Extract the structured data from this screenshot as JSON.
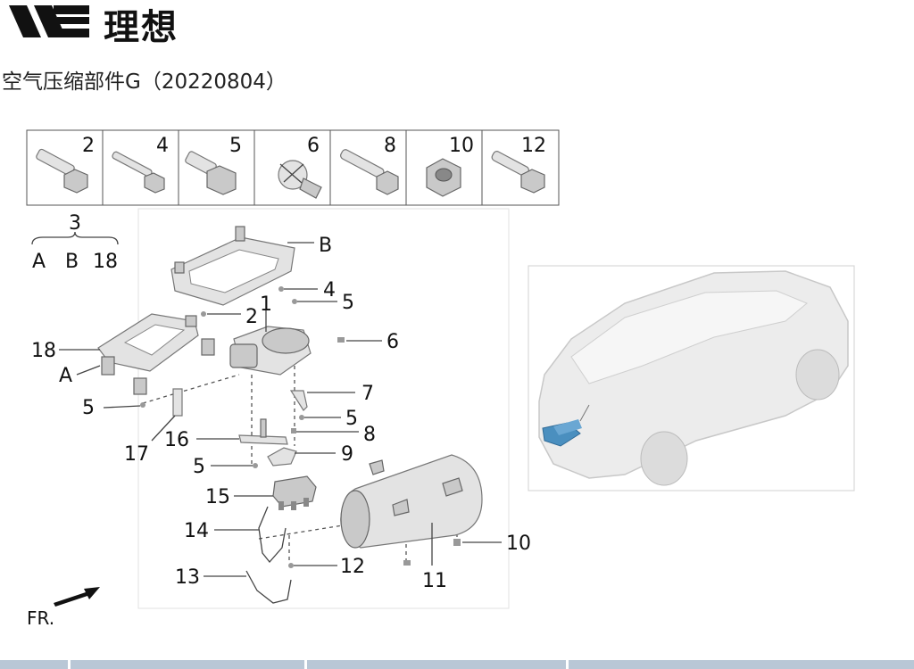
{
  "header": {
    "brand": "理想"
  },
  "page_title": "空气压缩部件G（20220804）",
  "fastener_strip": [
    "2",
    "4",
    "5",
    "6",
    "8",
    "10",
    "12"
  ],
  "group3": {
    "number": "3",
    "items": [
      "A",
      "B",
      "18"
    ]
  },
  "callouts": {
    "B": "B",
    "A": "A",
    "n1": "1",
    "n2": "2",
    "n4": "4",
    "n5a": "5",
    "n5b": "5",
    "n5c": "5",
    "n5d": "5",
    "n6": "6",
    "n7": "7",
    "n8": "8",
    "n9": "9",
    "n10": "10",
    "n11": "11",
    "n12": "12",
    "n13": "13",
    "n14": "14",
    "n15": "15",
    "n16": "16",
    "n17": "17",
    "n18": "18"
  },
  "orientation_label": "FR.",
  "colors": {
    "highlight": "#4a8fbf",
    "footer": "#b9c7d6"
  }
}
